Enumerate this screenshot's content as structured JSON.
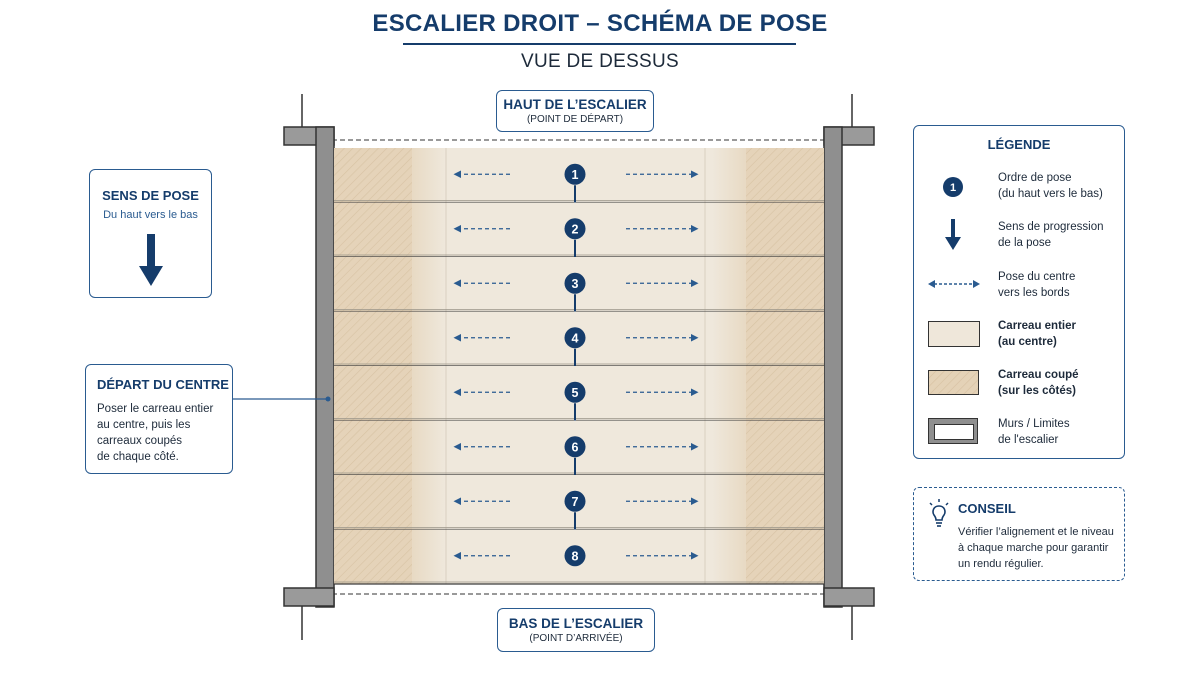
{
  "header": {
    "title": "ESCALIER DROIT – SCHÉMA DE POSE",
    "subtitle": "VUE DE DESSUS"
  },
  "top_label": {
    "title": "HAUT DE L’ESCALIER",
    "subtitle": "(POINT DE DÉPART)"
  },
  "bottom_label": {
    "title": "BAS DE L’ESCALIER",
    "subtitle": "(POINT D’ARRIVÉE)"
  },
  "sens_de_pose": {
    "title": "SENS DE POSE",
    "text": "Du haut vers le bas"
  },
  "depart": {
    "title": "DÉPART DU CENTRE",
    "lines": [
      "Poser le carreau entier",
      "au centre, puis les",
      "carreaux coupés",
      "de chaque côté."
    ]
  },
  "steps": [
    "1",
    "2",
    "3",
    "4",
    "5",
    "6",
    "7",
    "8"
  ],
  "legend": {
    "title": "LÉGENDE",
    "items": [
      {
        "icon": "order-number-icon",
        "symbol": "1",
        "lines": [
          "Ordre de pose",
          "(du haut vers le bas)"
        ]
      },
      {
        "icon": "progress-arrow-icon",
        "lines": [
          "Sens de progression",
          "de la pose"
        ]
      },
      {
        "icon": "center-to-edges-arrow-icon",
        "lines": [
          "Pose du centre",
          "vers les bords"
        ]
      },
      {
        "icon": "full-tile-swatch-icon",
        "lines": [
          "Carreau entier",
          "(au centre)"
        ]
      },
      {
        "icon": "cut-tile-swatch-icon",
        "lines": [
          "Carreau coupé",
          "(sur les côtés)"
        ]
      },
      {
        "icon": "wall-swatch-icon",
        "lines": [
          "Murs / Limites",
          "de l'escalier"
        ]
      }
    ]
  },
  "conseil": {
    "title": "CONSEIL",
    "lines": [
      "Vérifier l’alignement et le niveau",
      "à chaque marche pour garantir",
      "un rendu régulier."
    ]
  },
  "colors": {
    "navy": "#153c6b",
    "accent_blue": "#2a5b90",
    "full_tile": "#efe8dc",
    "cut_tile": "#e6d5bc",
    "wall": "#8c8c8c"
  }
}
